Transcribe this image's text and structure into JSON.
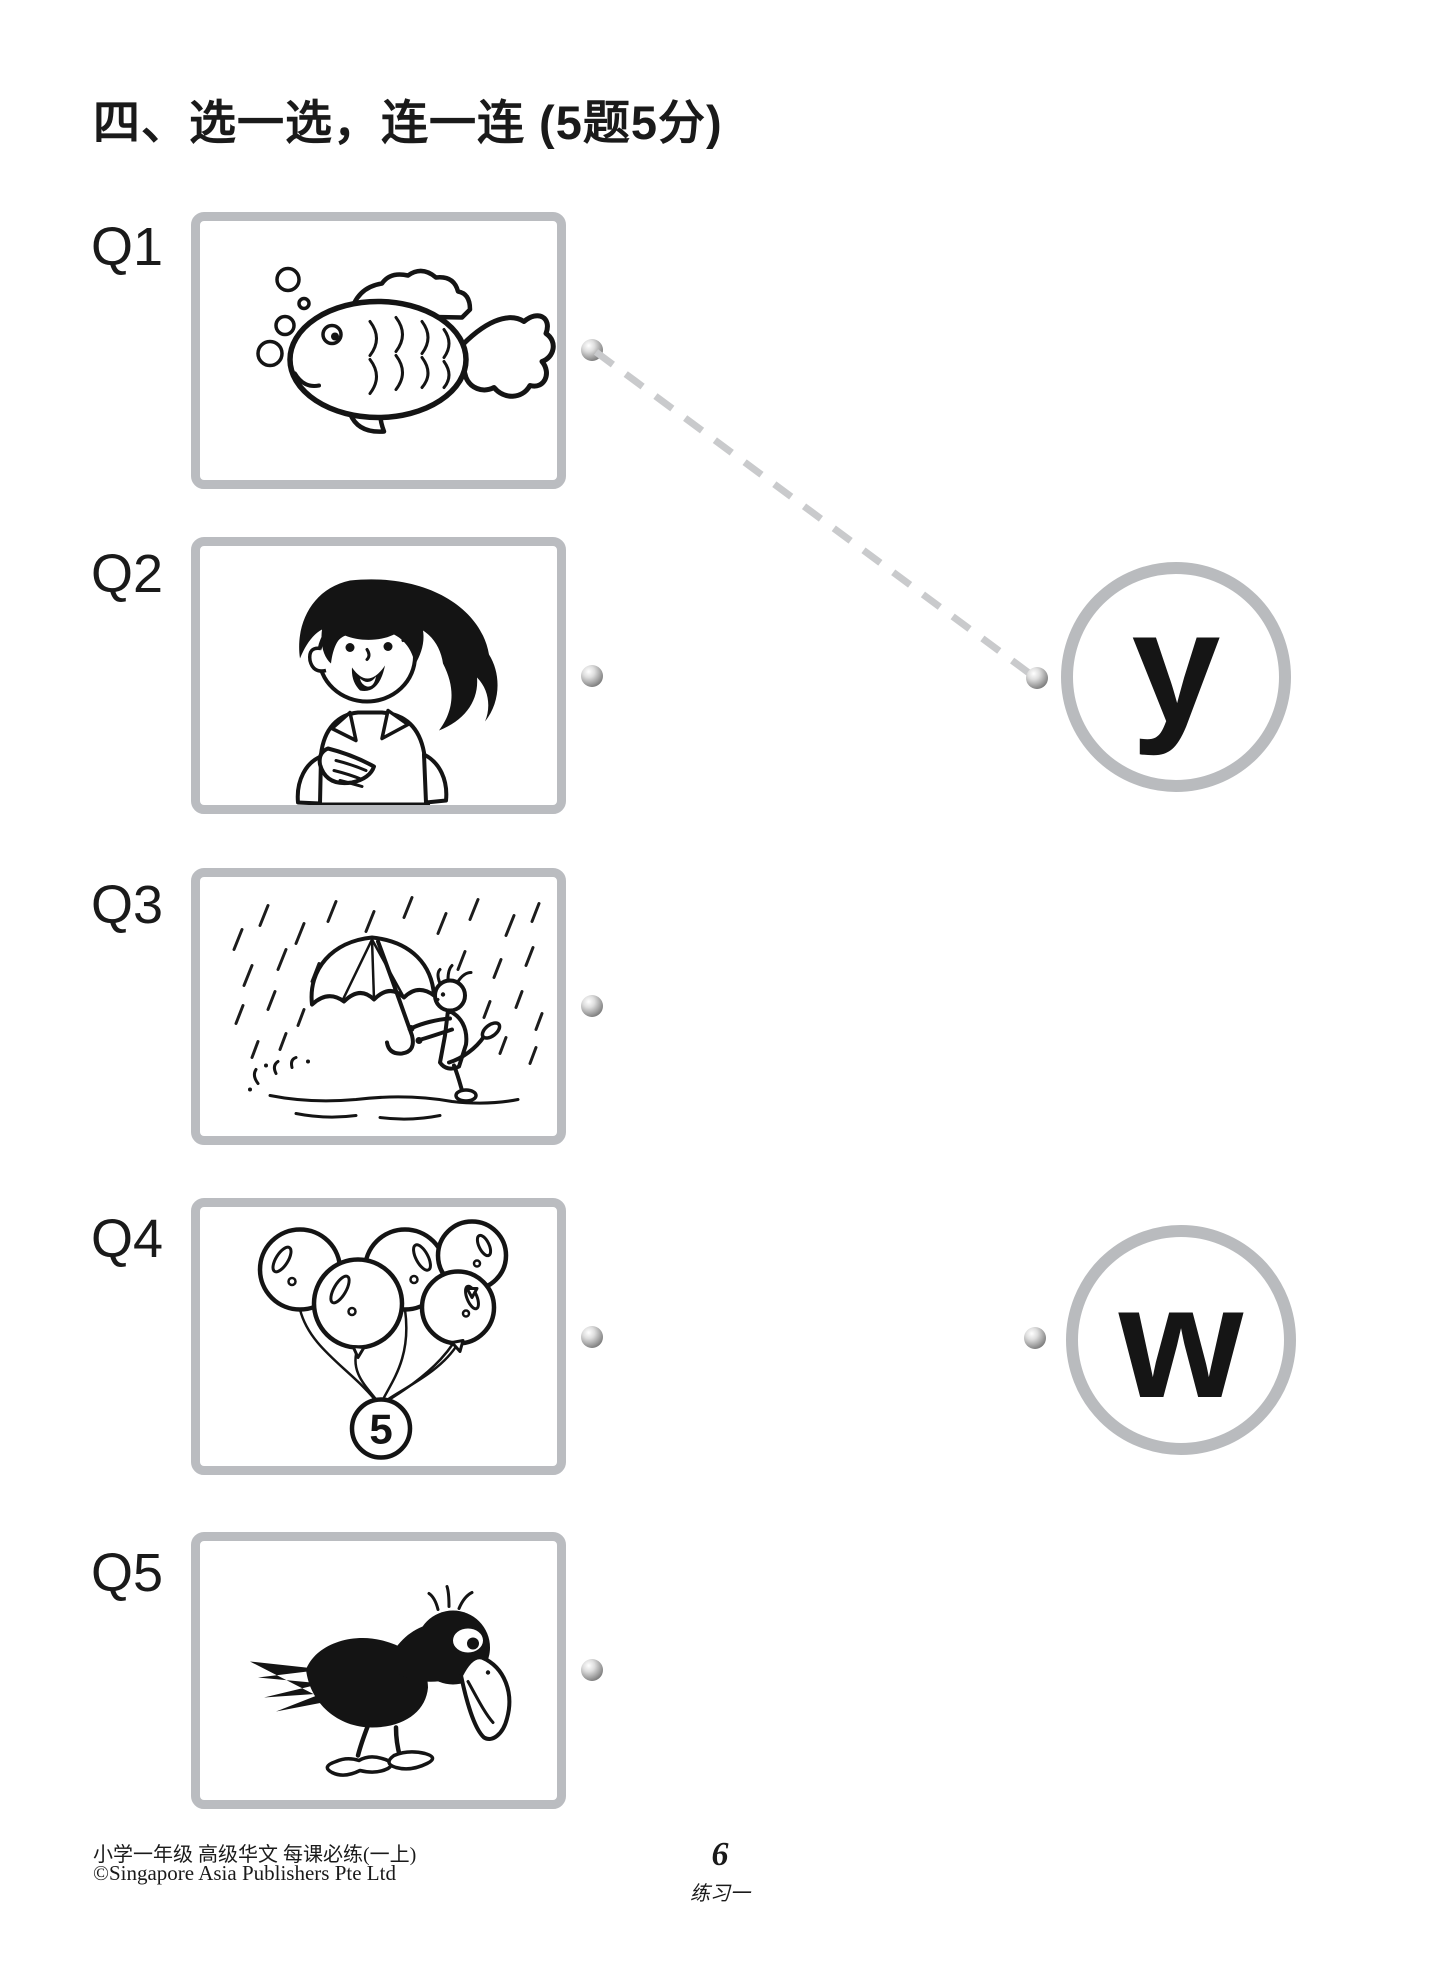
{
  "page": {
    "title": "四、选一选，连一连 (5题5分)"
  },
  "questions": [
    {
      "label": "Q1",
      "image": "fish"
    },
    {
      "label": "Q2",
      "image": "girl"
    },
    {
      "label": "Q3",
      "image": "boy-with-umbrella-in-rain"
    },
    {
      "label": "Q4",
      "image": "five-balloons",
      "badge": "5"
    },
    {
      "label": "Q5",
      "image": "crow"
    }
  ],
  "options": [
    {
      "label": "y"
    },
    {
      "label": "w"
    }
  ],
  "connection": {
    "from": "Q1",
    "to": "y",
    "style": "dashed"
  },
  "footer": {
    "series": "小学一年级 高级华文 每课必练(一上)",
    "copyright": "©Singapore Asia Publishers Pte Ltd",
    "page_number": "6",
    "exercise_label": "练习一"
  },
  "colors": {
    "box_border": "#babcc0",
    "dash_line": "#c9cacc",
    "ink": "#1a1a1a"
  }
}
